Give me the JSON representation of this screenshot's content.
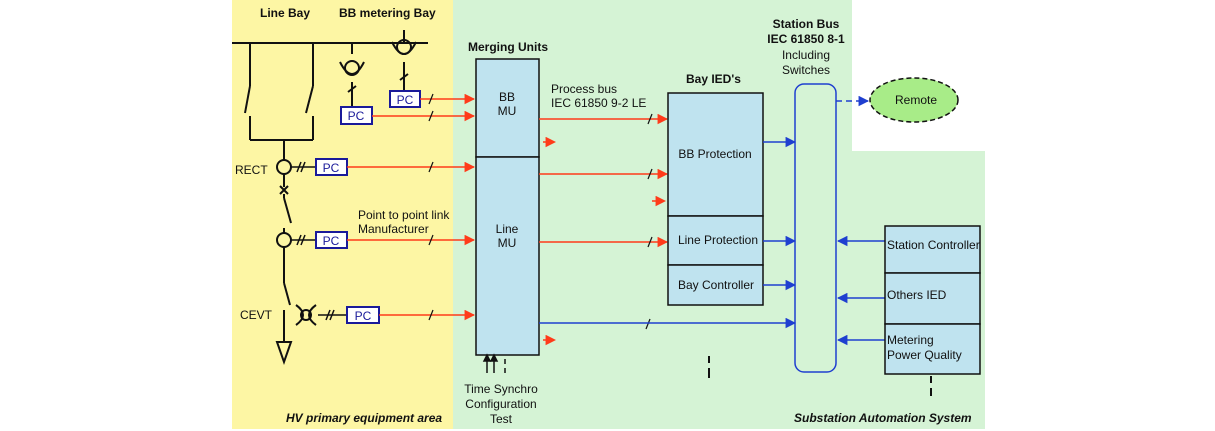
{
  "areas": {
    "hv": "HV primary equipment area",
    "sas": "Substation Automation System"
  },
  "colors": {
    "hv_area": "#fdf6a4",
    "sas_area": "#d5f3d5",
    "box_fill": "#bfe3ef",
    "process_bus": "#ff3b1a",
    "station_bus": "#1f3fd0",
    "remote_fill": "#a8ec88",
    "pc_border": "#1a1a9a"
  },
  "labels": {
    "line_bay": "Line Bay",
    "bb_metering_bay": "BB metering Bay",
    "merging_units": "Merging Units",
    "process_bus_1": "Process bus",
    "process_bus_2": "IEC 61850 9-2 LE",
    "bay_ieds": "Bay IED's",
    "station_bus_1": "Station Bus",
    "station_bus_2": "IEC 61850 8-1",
    "station_bus_3": "Including",
    "station_bus_4": "Switches",
    "remote": "Remote",
    "rect": "RECT",
    "cevt": "CEVT",
    "p2p_1": "Point to point link",
    "p2p_2": "Manufacturer",
    "pc": "PC",
    "time_1": "Time Synchro",
    "time_2": "Configuration",
    "time_3": "Test"
  },
  "merging_units": {
    "bb_1": "BB",
    "bb_2": "MU",
    "line_1": "Line",
    "line_2": "MU"
  },
  "bay_ieds": {
    "bb_protection": "BB Protection",
    "line_protection": "Line Protection",
    "bay_controller": "Bay Controller"
  },
  "station_side": {
    "station_controller": "Station Controller",
    "others_ied": "Others IED",
    "metering_1": "Metering",
    "metering_2": "Power Quality"
  }
}
